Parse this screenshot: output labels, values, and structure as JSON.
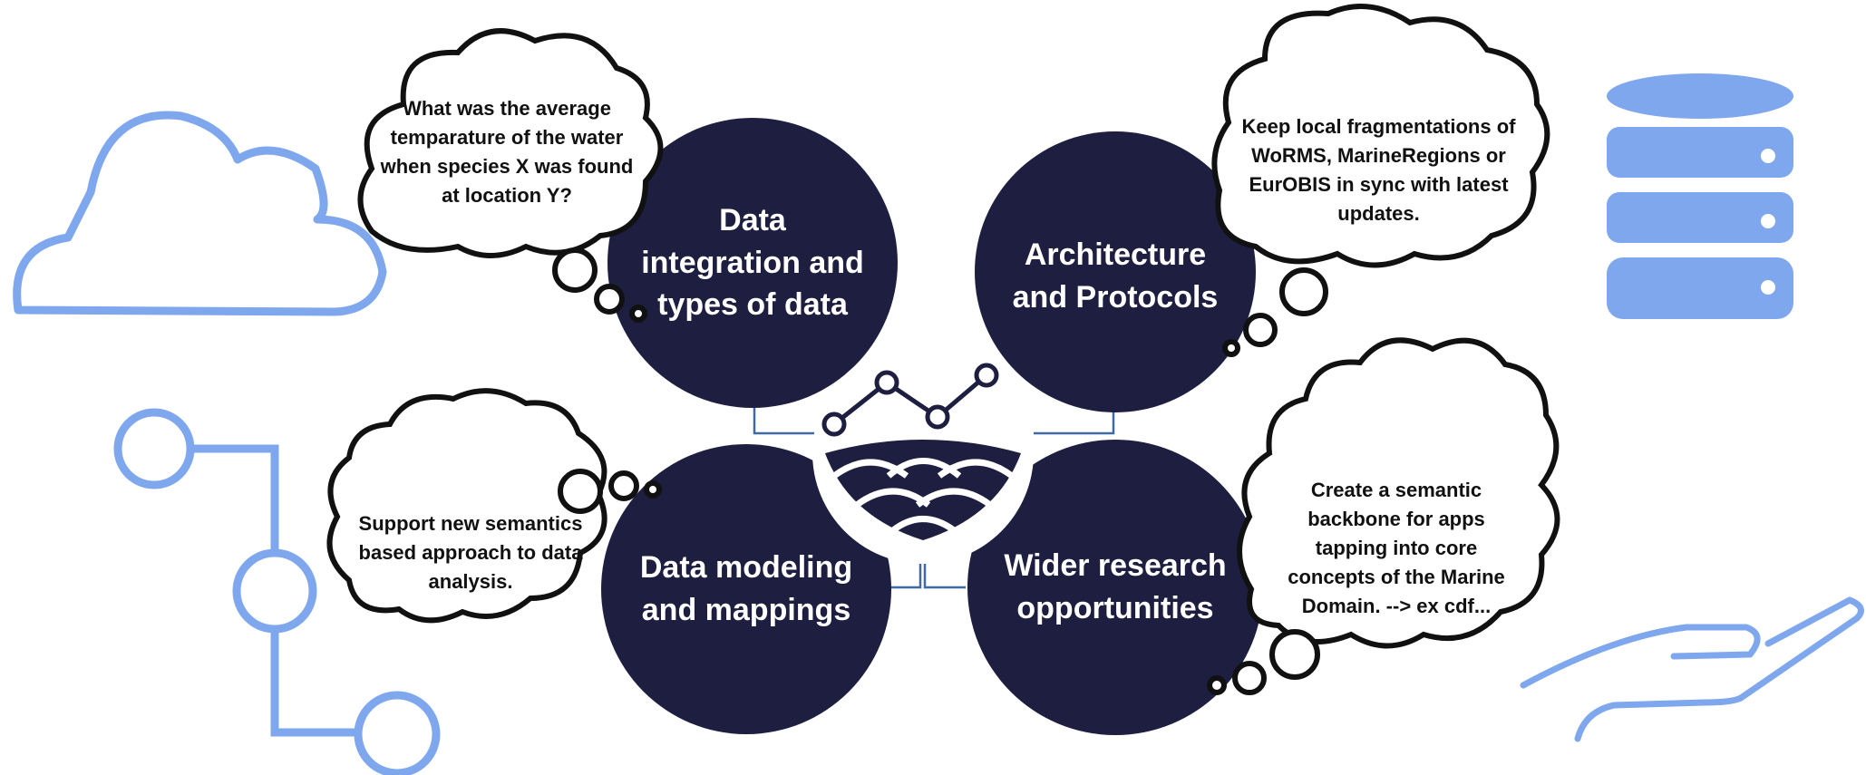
{
  "colors": {
    "circle_fill": "#1d1e40",
    "accent_blue": "#7ea7ee",
    "connector": "#3f6aa3",
    "bubble_stroke": "#111111"
  },
  "circles": {
    "top_left": "Data\nintegration and\ntypes of data",
    "top_right": "Architecture\nand Protocols",
    "bottom_left": "Data modeling\nand mappings",
    "bottom_right": "Wider research\nopportunities"
  },
  "bubbles": {
    "top_left": "What was the average temparature of the water when species X was found at location Y?",
    "top_right": "Keep local fragmentations of WoRMS, MarineRegions or EurOBIS in sync with latest updates.",
    "bottom_left": "Support new semantics based approach to data analysis.",
    "bottom_right": "Create a semantic backbone for apps tapping into core concepts of the Marine Domain. --> ex cdf..."
  },
  "icons": {
    "left_top": "cloud-outline-icon",
    "left_bottom": "circuit-nodes-icon",
    "right_top": "database-icon",
    "right_bottom": "open-hand-icon",
    "center": "marine-net-logo-icon"
  }
}
